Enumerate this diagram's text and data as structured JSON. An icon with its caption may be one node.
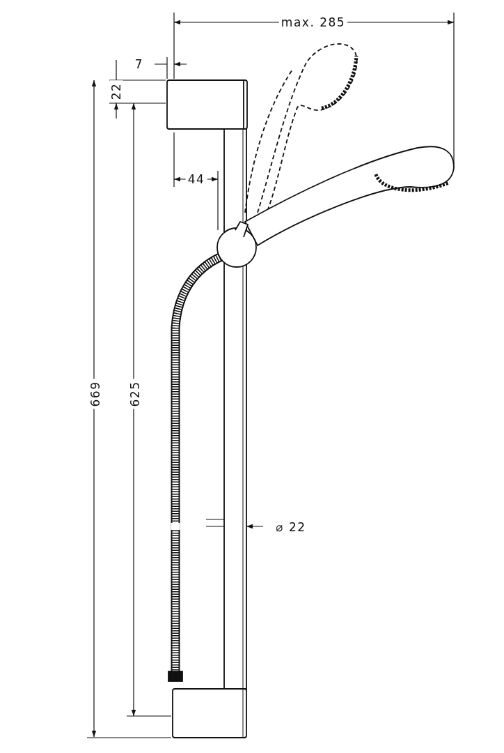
{
  "diagram": {
    "labels": [
      "max. 285",
      "7",
      "22",
      "44",
      "669",
      "625",
      "⌀ 22"
    ]
  }
}
